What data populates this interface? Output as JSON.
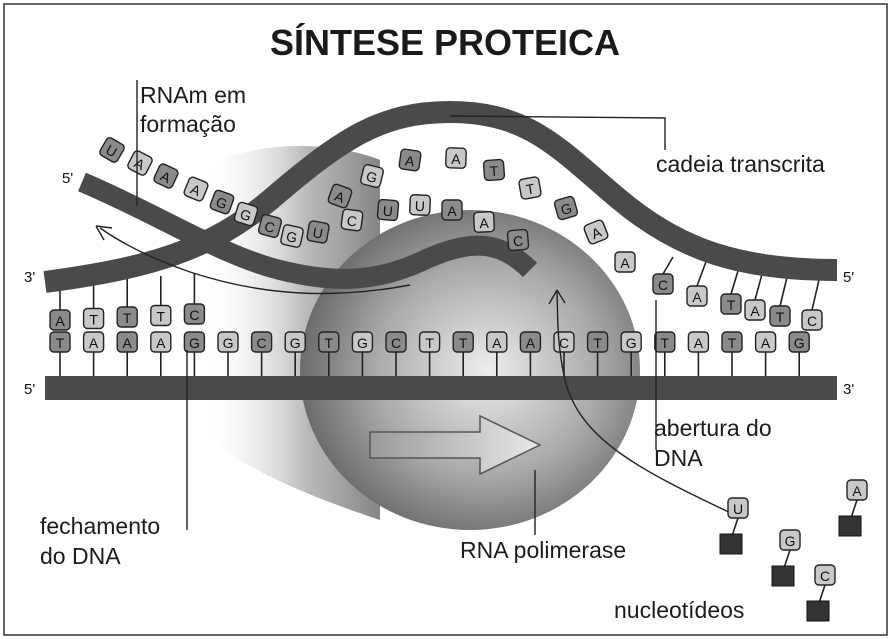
{
  "title": "SÍNTESE PROTEICA",
  "labels": {
    "mrna_line1": "RNAm em",
    "mrna_line2": "formação",
    "template_chain": "cadeia transcrita",
    "opening_line1": "abertura do",
    "opening_line2": "DNA",
    "closing_line1": "fechamento",
    "closing_line2": "do DNA",
    "polymerase": "RNA polimerase",
    "nucleotides": "nucleotídeos"
  },
  "strand_ends": {
    "rna_5": "5'",
    "template_left": "3'",
    "template_right": "5'",
    "coding_left": "5'",
    "coding_right": "3'"
  },
  "coding_strand_bases": [
    "T",
    "A",
    "A",
    "A",
    "G",
    "G",
    "C",
    "G",
    "T",
    "G",
    "C",
    "T",
    "T",
    "A",
    "A",
    "C",
    "T",
    "G",
    "T",
    "A",
    "T",
    "A",
    "G"
  ],
  "template_strand_bases_left": [
    "A",
    "T",
    "T",
    "T",
    "C"
  ],
  "template_strand_bases_right": [
    "A",
    "C",
    "A",
    "T",
    "A",
    "T",
    "C"
  ],
  "template_strand_bases_arc": [
    "A",
    "G",
    "A",
    "A",
    "T",
    "T",
    "G",
    "A"
  ],
  "mrna_bases": [
    "U",
    "A",
    "A",
    "A",
    "G",
    "G",
    "C",
    "G",
    "U",
    "C",
    "U",
    "U",
    "A",
    "A",
    "C"
  ],
  "free_nucleotides": [
    "U",
    "G",
    "C",
    "A"
  ],
  "colors": {
    "strand": "#4a4a4a",
    "base_light": "#c8c8c8",
    "base_dark": "#8a8a8a",
    "nucleotide_block": "#333333"
  }
}
